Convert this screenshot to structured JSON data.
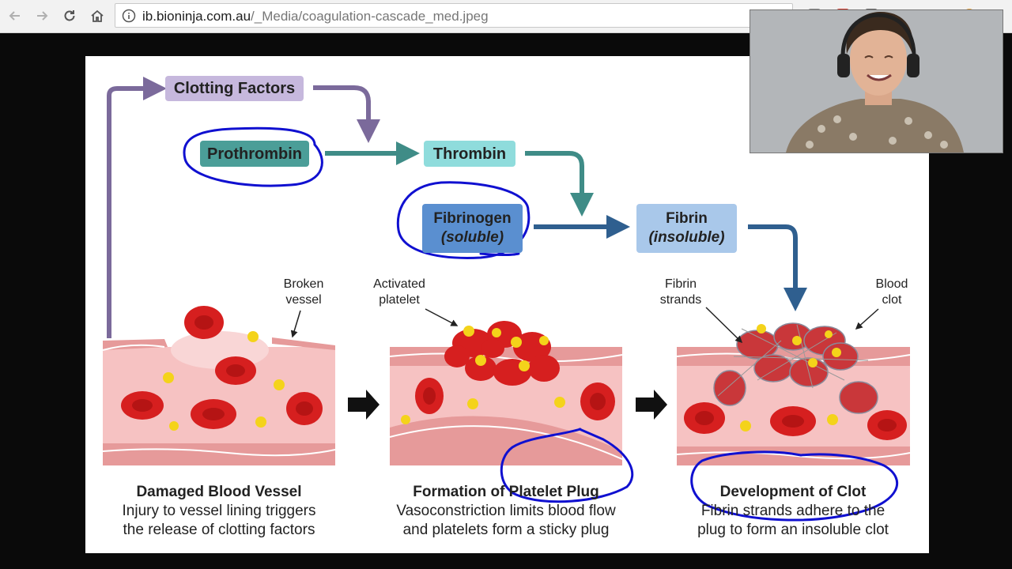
{
  "browser": {
    "url_host": "ib.bioninja.com.au",
    "url_path": "/_Media/coagulation-cascade_med.jpeg"
  },
  "diagram": {
    "boxes": {
      "clotting_factors": "Clotting Factors",
      "prothrombin": "Prothrombin",
      "thrombin": "Thrombin",
      "fibrinogen": "Fibrinogen",
      "fibrinogen_sub": "(soluble)",
      "fibrin": "Fibrin",
      "fibrin_sub": "(insoluble)"
    },
    "labels": {
      "broken_vessel": [
        "Broken",
        "vessel"
      ],
      "activated_platelet": [
        "Activated",
        "platelet"
      ],
      "fibrin_strands": [
        "Fibrin",
        "strands"
      ],
      "blood_clot": [
        "Blood",
        "clot"
      ]
    },
    "panels": [
      {
        "title": "Damaged Blood Vessel",
        "line1": "Injury to vessel lining triggers",
        "line2": "the release of clotting factors"
      },
      {
        "title": "Formation of Platelet Plug",
        "line1": "Vasoconstriction limits blood flow",
        "line2": "and platelets form a sticky plug"
      },
      {
        "title": "Development of Clot",
        "line1": "Fibrin strands adhere to the",
        "line2": "plug to form an insoluble clot"
      }
    ],
    "colors": {
      "purple": "#7b6a9b",
      "teal_dark": "#3f8c87",
      "teal_box": "#4b9e98",
      "cyan_box": "#8fdcdc",
      "blue_dark": "#2f5f8f",
      "blue_box": "#5a8fd0",
      "blue_light": "#a9c8ea",
      "ink": "#1010d0"
    }
  }
}
